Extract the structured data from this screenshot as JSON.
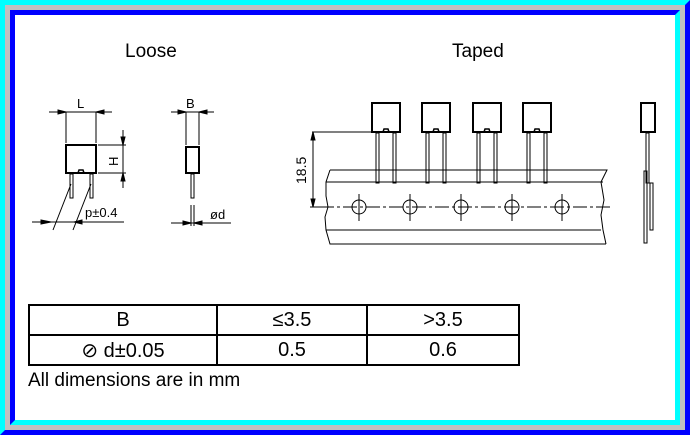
{
  "diagram": {
    "sections": {
      "loose_title": "Loose",
      "taped_title": "Taped"
    },
    "loose_labels": {
      "length": "L",
      "height": "H",
      "pitch": "p±0.4",
      "width": "B",
      "lead_diameter": "ød"
    },
    "taped_labels": {
      "height_dimension": "18.5"
    },
    "colors": {
      "frame_outer_light": "#00ffff",
      "frame_middle": "#c0c0c0",
      "frame_dark": "#0000ff",
      "line": "#000000",
      "background": "#ffffff"
    }
  },
  "table": {
    "header": [
      "B",
      "≤3.5",
      ">3.5"
    ],
    "row": [
      "⊘ d±0.05",
      "0.5",
      "0.6"
    ]
  },
  "note": "All dimensions are in mm"
}
